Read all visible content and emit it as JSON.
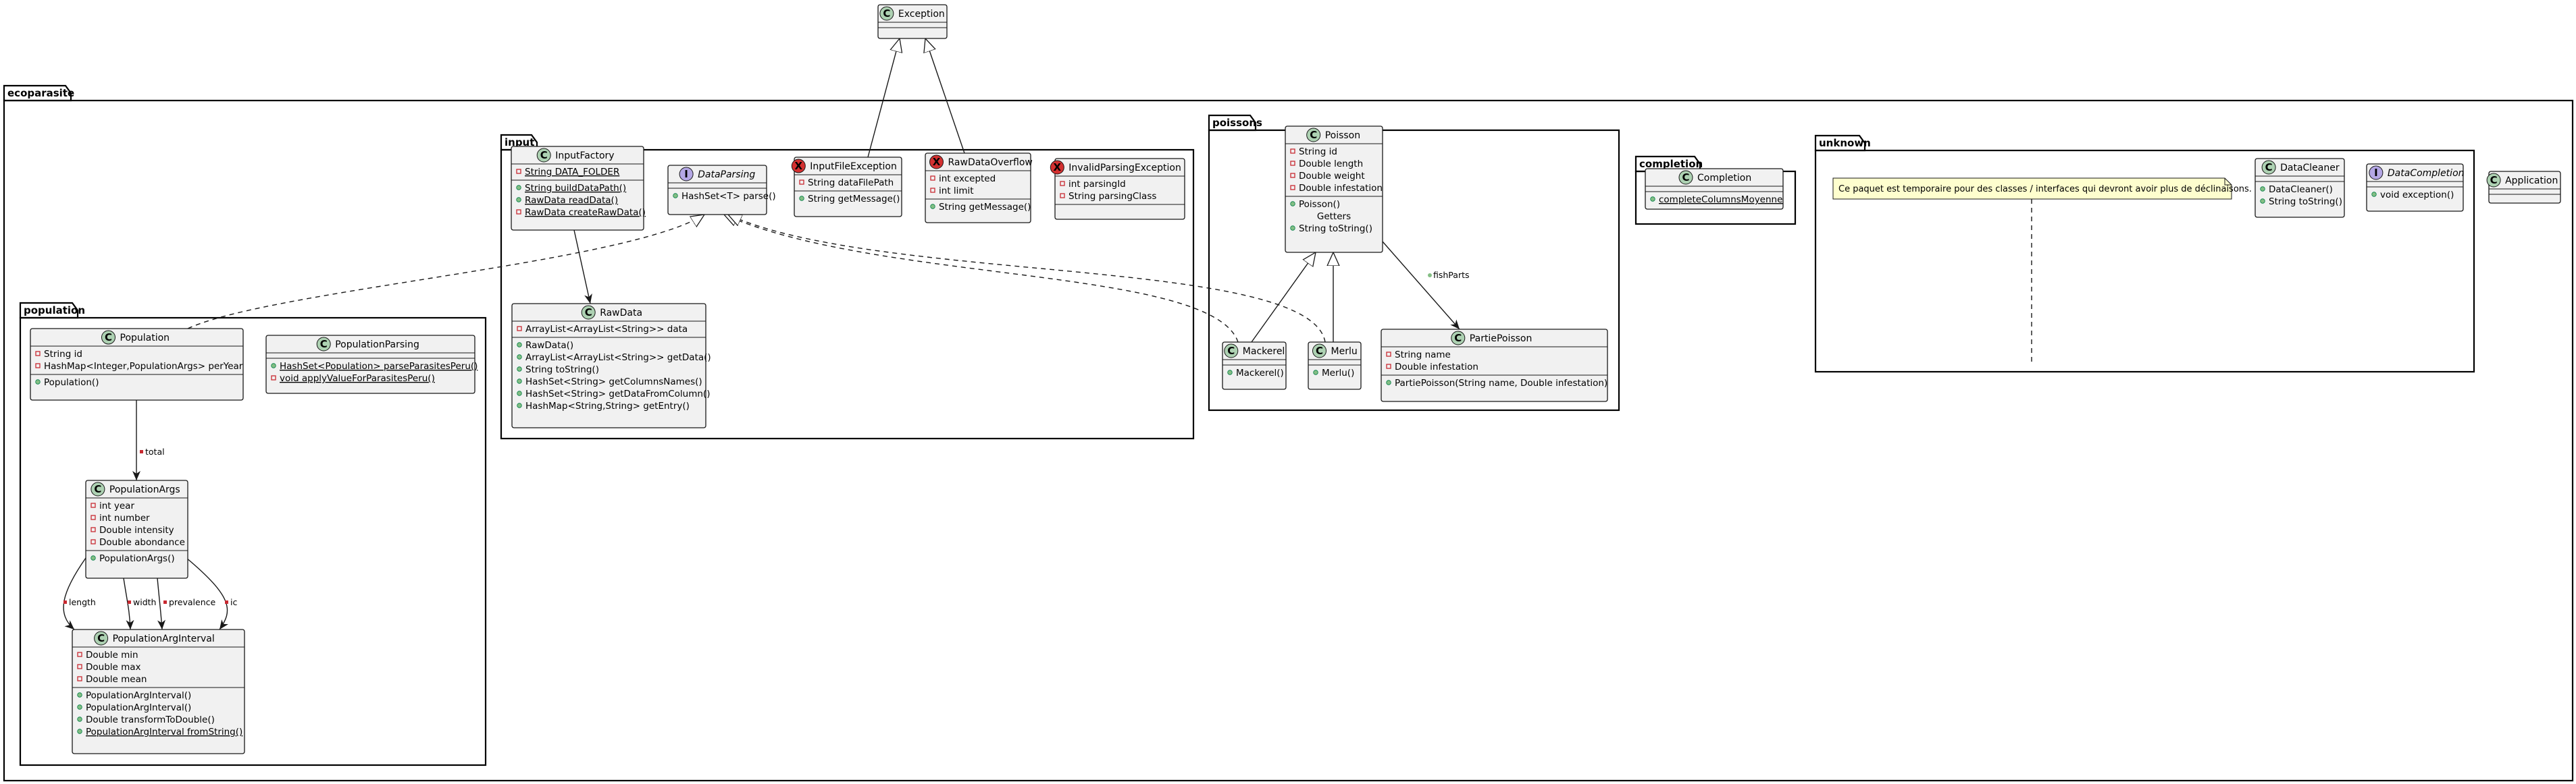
{
  "colors": {
    "class": "#ADD1B2",
    "interface": "#B4A7E5",
    "exception": "#D33030",
    "box_fill": "#F1F1F1",
    "note_fill": "#FEFECE",
    "visibility_private": "#C82930",
    "visibility_public": "#84BE84"
  },
  "packages": [
    {
      "id": "ecoparasite",
      "name": "ecoparasite"
    },
    {
      "id": "input",
      "name": "input"
    },
    {
      "id": "poissons",
      "name": "poissons"
    },
    {
      "id": "completion",
      "name": "completion"
    },
    {
      "id": "unknown",
      "name": "unknown"
    },
    {
      "id": "population",
      "name": "population"
    }
  ],
  "classes": [
    {
      "id": "Exception",
      "name": "Exception",
      "kind": "class",
      "sections": [
        [],
        []
      ]
    },
    {
      "id": "Application",
      "name": "Application",
      "kind": "class",
      "sections": [
        [],
        []
      ]
    },
    {
      "id": "InputFactory",
      "name": "InputFactory",
      "kind": "class",
      "sections": [
        [
          {
            "v": "private",
            "text": "String DATA_FOLDER",
            "static": true
          }
        ],
        [
          {
            "v": "public",
            "text": "String buildDataPath()",
            "static": true
          },
          {
            "v": "public",
            "text": "RawData readData()",
            "static": true
          },
          {
            "v": "private",
            "text": "RawData createRawData()",
            "static": true
          }
        ]
      ]
    },
    {
      "id": "DataParsing",
      "name": "DataParsing",
      "kind": "interface",
      "sections": [
        [],
        [
          {
            "v": "public",
            "text": "HashSet<T> parse()"
          }
        ]
      ]
    },
    {
      "id": "InputFileException",
      "name": "InputFileException",
      "kind": "exception",
      "sections": [
        [
          {
            "v": "private",
            "text": "String dataFilePath"
          }
        ],
        [
          {
            "v": "public",
            "text": "String getMessage()"
          }
        ]
      ]
    },
    {
      "id": "RawDataOverflow",
      "name": "RawDataOverflow",
      "kind": "exception",
      "sections": [
        [
          {
            "v": "private",
            "text": "int excepted"
          },
          {
            "v": "private",
            "text": "int limit"
          }
        ],
        [
          {
            "v": "public",
            "text": "String getMessage()"
          }
        ]
      ]
    },
    {
      "id": "InvalidParsingException",
      "name": "InvalidParsingException",
      "kind": "exception",
      "sections": [
        [
          {
            "v": "private",
            "text": "int parsingId"
          },
          {
            "v": "private",
            "text": "String parsingClass"
          }
        ],
        []
      ]
    },
    {
      "id": "RawData",
      "name": "RawData",
      "kind": "class",
      "sections": [
        [
          {
            "v": "private",
            "text": "ArrayList<ArrayList<String>> data"
          }
        ],
        [
          {
            "v": "public",
            "text": "RawData()"
          },
          {
            "v": "public",
            "text": "ArrayList<ArrayList<String>> getData()"
          },
          {
            "v": "public",
            "text": "String toString()"
          },
          {
            "v": "public",
            "text": "HashSet<String> getColumnsNames()"
          },
          {
            "v": "public",
            "text": "HashSet<String> getDataFromColumn()"
          },
          {
            "v": "public",
            "text": "HashMap<String,String> getEntry()"
          }
        ]
      ]
    },
    {
      "id": "Poisson",
      "name": "Poisson",
      "kind": "class",
      "sections": [
        [
          {
            "v": "private",
            "text": "String id"
          },
          {
            "v": "private",
            "text": "Double length"
          },
          {
            "v": "private",
            "text": "Double weight"
          },
          {
            "v": "private",
            "text": "Double infestation"
          }
        ],
        [
          {
            "v": "public",
            "text": "Poisson()"
          },
          {
            "v": "none",
            "text": "Getters",
            "center": true
          },
          {
            "v": "public",
            "text": "String toString()"
          }
        ]
      ]
    },
    {
      "id": "Mackerel",
      "name": "Mackerel",
      "kind": "class",
      "sections": [
        [],
        [
          {
            "v": "public",
            "text": "Mackerel()"
          }
        ]
      ]
    },
    {
      "id": "Merlu",
      "name": "Merlu",
      "kind": "class",
      "sections": [
        [],
        [
          {
            "v": "public",
            "text": "Merlu()"
          }
        ]
      ]
    },
    {
      "id": "PartiePoisson",
      "name": "PartiePoisson",
      "kind": "class",
      "sections": [
        [
          {
            "v": "private",
            "text": "String name"
          },
          {
            "v": "private",
            "text": "Double infestation"
          }
        ],
        [
          {
            "v": "public",
            "text": "PartiePoisson(String name, Double infestation)"
          }
        ]
      ]
    },
    {
      "id": "Completion",
      "name": "Completion",
      "kind": "class",
      "sections": [
        [],
        [
          {
            "v": "public",
            "text": "completeColumnsMoyenne",
            "static": true
          }
        ]
      ]
    },
    {
      "id": "DataCleaner",
      "name": "DataCleaner",
      "kind": "class",
      "sections": [
        [],
        [
          {
            "v": "public",
            "text": "DataCleaner()"
          },
          {
            "v": "public",
            "text": "String toString()"
          }
        ]
      ]
    },
    {
      "id": "DataCompletion",
      "name": "DataCompletion",
      "kind": "interface",
      "sections": [
        [],
        [
          {
            "v": "public",
            "text": "void exception()"
          }
        ]
      ]
    },
    {
      "id": "Population",
      "name": "Population",
      "kind": "class",
      "sections": [
        [
          {
            "v": "private",
            "text": "String id"
          },
          {
            "v": "private",
            "text": "HashMap<Integer,PopulationArgs> perYear"
          }
        ],
        [
          {
            "v": "public",
            "text": "Population()"
          }
        ]
      ]
    },
    {
      "id": "PopulationParsing",
      "name": "PopulationParsing",
      "kind": "class",
      "sections": [
        [],
        [
          {
            "v": "public",
            "text": "HashSet<Population> parseParasitesPeru()",
            "static": true
          },
          {
            "v": "private",
            "text": "void applyValueForParasitesPeru()",
            "static": true
          }
        ]
      ]
    },
    {
      "id": "PopulationArgs",
      "name": "PopulationArgs",
      "kind": "class",
      "sections": [
        [
          {
            "v": "private",
            "text": "int year"
          },
          {
            "v": "private",
            "text": "int number"
          },
          {
            "v": "private",
            "text": "Double intensity"
          },
          {
            "v": "private",
            "text": "Double abondance"
          }
        ],
        [
          {
            "v": "public",
            "text": "PopulationArgs()"
          }
        ]
      ]
    },
    {
      "id": "PopulationArgInterval",
      "name": "PopulationArgInterval",
      "kind": "class",
      "sections": [
        [
          {
            "v": "private",
            "text": "Double min"
          },
          {
            "v": "private",
            "text": "Double max"
          },
          {
            "v": "private",
            "text": "Double mean"
          }
        ],
        [
          {
            "v": "public",
            "text": "PopulationArgInterval()"
          },
          {
            "v": "public",
            "text": "PopulationArgInterval()"
          },
          {
            "v": "public",
            "text": "Double transformToDouble()"
          },
          {
            "v": "public",
            "text": "PopulationArgInterval fromString()",
            "static": true
          }
        ]
      ]
    }
  ],
  "note": {
    "text": "Ce paquet est temporaire pour des classes / interfaces qui devront avoir plus de déclinaisons."
  },
  "relations": [
    {
      "id": "InputFileException-extends-Exception",
      "from": "InputFileException",
      "to": "Exception",
      "type": "extends",
      "label": ""
    },
    {
      "id": "RawDataOverflow-extends-Exception",
      "from": "RawDataOverflow",
      "to": "Exception",
      "type": "extends",
      "label": ""
    },
    {
      "id": "InputFactory-uses-RawData",
      "from": "InputFactory",
      "to": "RawData",
      "type": "aggregation",
      "label": ""
    },
    {
      "id": "Population-implements-DataParsing",
      "from": "Population",
      "to": "DataParsing",
      "type": "implements",
      "label": ""
    },
    {
      "id": "Mackerel-implements-DataParsing",
      "from": "Mackerel",
      "to": "DataParsing",
      "type": "implements",
      "label": ""
    },
    {
      "id": "Merlu-implements-DataParsing",
      "from": "Merlu",
      "to": "DataParsing",
      "type": "implements",
      "label": ""
    },
    {
      "id": "Mackerel-extends-Poisson",
      "from": "Mackerel",
      "to": "Poisson",
      "type": "extends",
      "label": ""
    },
    {
      "id": "Merlu-extends-Poisson",
      "from": "Merlu",
      "to": "Poisson",
      "type": "extends",
      "label": ""
    },
    {
      "id": "Poisson-fishParts-PartiePoisson",
      "from": "Poisson",
      "to": "PartiePoisson",
      "type": "aggregation",
      "label": "fishParts",
      "vis": "public"
    },
    {
      "id": "Population-total-PopulationArgs",
      "from": "Population",
      "to": "PopulationArgs",
      "type": "aggregation",
      "label": "total",
      "vis": "private"
    },
    {
      "id": "PopulationArgs-length-Interval",
      "from": "PopulationArgs",
      "to": "PopulationArgInterval",
      "type": "aggregation",
      "label": "length",
      "vis": "private"
    },
    {
      "id": "PopulationArgs-width-Interval",
      "from": "PopulationArgs",
      "to": "PopulationArgInterval",
      "type": "aggregation",
      "label": "width",
      "vis": "private"
    },
    {
      "id": "PopulationArgs-prevalence-Interval",
      "from": "PopulationArgs",
      "to": "PopulationArgInterval",
      "type": "aggregation",
      "label": "prevalence",
      "vis": "private"
    },
    {
      "id": "PopulationArgs-ic-Interval",
      "from": "PopulationArgs",
      "to": "PopulationArgInterval",
      "type": "aggregation",
      "label": "ic",
      "vis": "private"
    }
  ]
}
